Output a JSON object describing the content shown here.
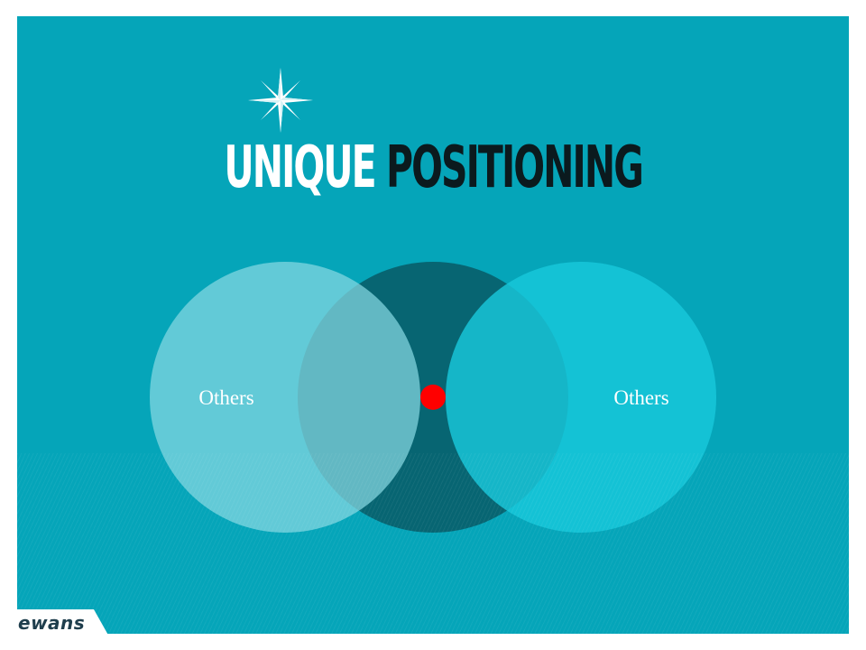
{
  "slide": {
    "title_part1": "UNIQUE",
    "title_part2": "POSITIONING",
    "colors": {
      "background": "#05a5b9",
      "title_light": "#ffffff",
      "title_dark": "#0b1a1e",
      "circle_left": "#73d1dc",
      "circle_center": "#076572",
      "circle_right": "#17c7da",
      "center_dot": "#ff0000"
    },
    "decor_icon": "compass-rose-icon"
  },
  "venn": {
    "left_label": "Others",
    "right_label": "Others"
  },
  "brand": {
    "logo_text": "ewans"
  }
}
